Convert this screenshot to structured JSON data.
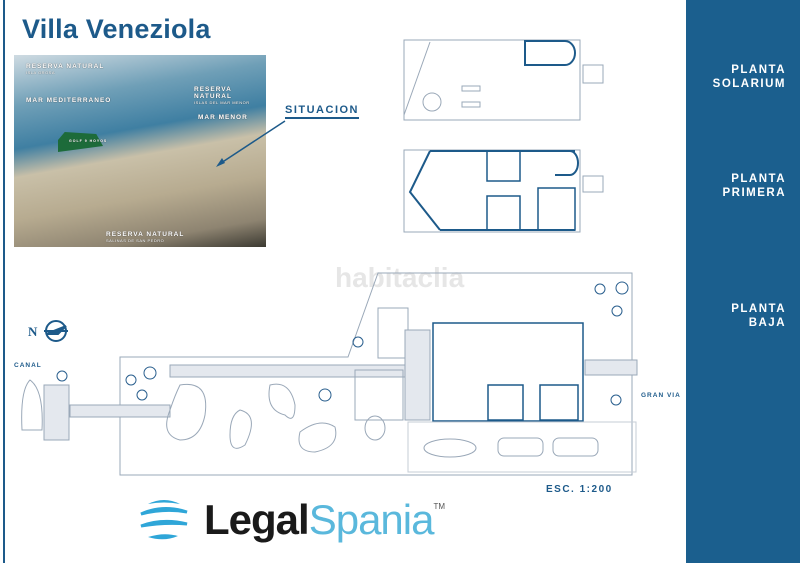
{
  "title": "Villa Veneziola",
  "photo": {
    "labels": [
      {
        "main": "RESERVA NATURAL",
        "sub": "ISLA GROSA"
      },
      {
        "main": "MAR MEDITERRANEO",
        "sub": ""
      },
      {
        "main": "RESERVA NATURAL",
        "sub": "ISLAS DEL MAR MENOR"
      },
      {
        "main": "MAR MENOR",
        "sub": ""
      },
      {
        "main": "GOLF 9 HOYOS",
        "sub": ""
      },
      {
        "main": "RESERVA NATURAL",
        "sub": "SALINAS DE SAN PEDRO"
      }
    ]
  },
  "situacion": "SITUACION",
  "floors": [
    {
      "line1": "PLANTA",
      "line2": "SOLARIUM"
    },
    {
      "line1": "PLANTA",
      "line2": "PRIMERA"
    },
    {
      "line1": "PLANTA",
      "line2": "BAJA"
    }
  ],
  "plan": {
    "north": "N",
    "canal": "CANAL",
    "gran_via": "GRAN VIA",
    "scale": "ESC. 1:200"
  },
  "watermark": "habitaclia",
  "logo": {
    "bold": "Legal",
    "light": "Spania",
    "tm": "TM"
  },
  "colors": {
    "brand_blue": "#1b5f8e",
    "logo_light": "#5ab8dc"
  }
}
